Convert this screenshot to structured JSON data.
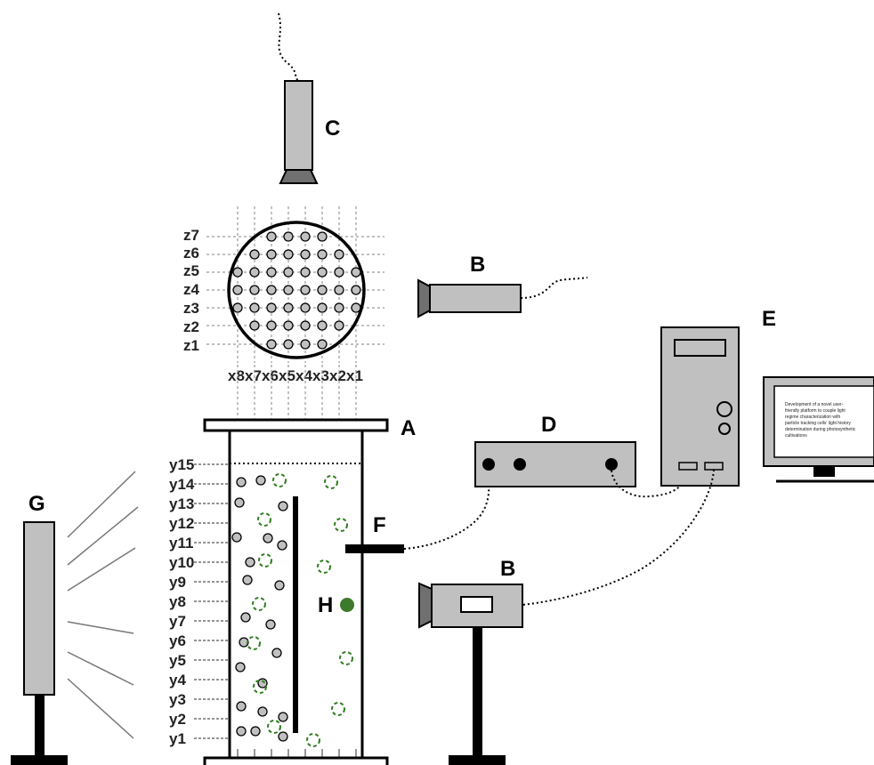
{
  "labels": {
    "a": "A",
    "b_top": "B",
    "b_bottom": "B",
    "c": "C",
    "d": "D",
    "e": "E",
    "f": "F",
    "g": "G",
    "h": "H"
  },
  "grid": {
    "z_labels": [
      "z7",
      "z6",
      "z5",
      "z4",
      "z3",
      "z2",
      "z1"
    ],
    "x_labels": [
      "x8",
      "x7",
      "x6",
      "x5",
      "x4",
      "x3",
      "x2",
      "x1"
    ]
  },
  "column": {
    "y_labels": [
      "y15",
      "y14",
      "y13",
      "y12",
      "y11",
      "y10",
      "y9",
      "y8",
      "y7",
      "y6",
      "y5",
      "y4",
      "y3",
      "y2",
      "y1"
    ]
  },
  "monitor": {
    "text": [
      "Development of a novel user-",
      "friendly platform to couple light",
      "regime characterization with",
      "particle tracking cells' light history",
      "determination during photosynthetic",
      "cultivations"
    ]
  },
  "colors": {
    "device_fill": "#c0c0c0",
    "dark_fill": "#707070",
    "tracer_green": "#2e7d1f",
    "stroke": "#000000",
    "grid_dash": "#9a9a9a"
  }
}
